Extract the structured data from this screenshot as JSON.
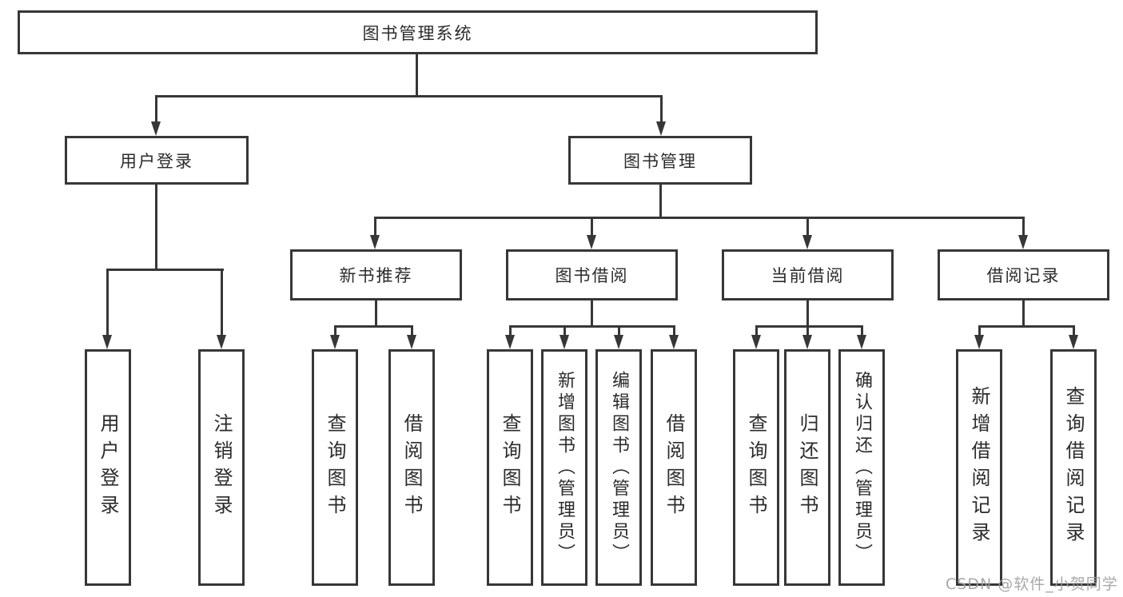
{
  "diagram": {
    "root": "图书管理系统",
    "level2": {
      "user_login": "用户登录",
      "book_management": "图书管理"
    },
    "level3": {
      "new_book_recommend": "新书推荐",
      "book_borrowing": "图书借阅",
      "current_borrowing": "当前借阅",
      "borrowing_records": "借阅记录"
    },
    "leaves": {
      "user_login": "用户登录",
      "logout_login": "注销登录",
      "query_books_recommend": "查询图书",
      "borrow_books_recommend": "借阅图书",
      "query_books_borrowing": "查询图书",
      "add_books_admin": "新增图书（管理员）",
      "edit_books_admin": "编辑图书（管理员）",
      "borrow_books_borrowing": "借阅图书",
      "query_books_current": "查询图书",
      "return_books": "归还图书",
      "confirm_return_admin": "确认归还（管理员）",
      "add_borrow_record": "新增借阅记录",
      "query_borrow_record": "查询借阅记录"
    }
  },
  "watermark": {
    "text": "CSDN @软件_小贺同学"
  },
  "colors": {
    "line": "#373737",
    "text": "#2b2b2b",
    "watermark": "#9e9e9e",
    "background": "#ffffff"
  }
}
